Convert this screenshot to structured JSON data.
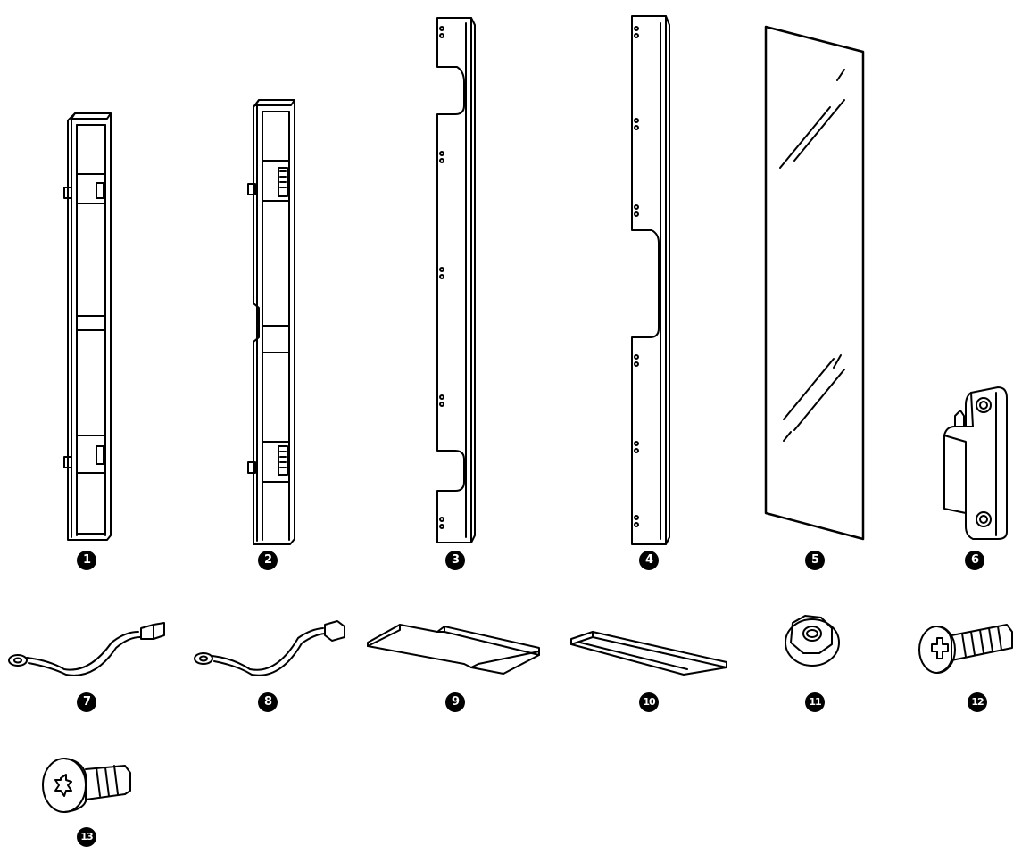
{
  "diagram": {
    "parts": [
      {
        "id": "part-1",
        "number": "1",
        "name": "vertical-frame-rail-left"
      },
      {
        "id": "part-2",
        "number": "2",
        "name": "vertical-frame-rail-right"
      },
      {
        "id": "part-3",
        "number": "3",
        "name": "side-panel-bracket-left"
      },
      {
        "id": "part-4",
        "number": "4",
        "name": "side-panel-bracket-right"
      },
      {
        "id": "part-5",
        "number": "5",
        "name": "glass-panel"
      },
      {
        "id": "part-6",
        "number": "6",
        "name": "hinge"
      },
      {
        "id": "part-7",
        "number": "7",
        "name": "ground-cable-short"
      },
      {
        "id": "part-8",
        "number": "8",
        "name": "ground-cable-long"
      },
      {
        "id": "part-9",
        "number": "9",
        "name": "cover-plate-wide"
      },
      {
        "id": "part-10",
        "number": "10",
        "name": "cover-plate-narrow"
      },
      {
        "id": "part-11",
        "number": "11",
        "name": "flange-nut"
      },
      {
        "id": "part-12",
        "number": "12",
        "name": "phillips-screw"
      },
      {
        "id": "part-13",
        "number": "13",
        "name": "torx-screw"
      }
    ]
  }
}
